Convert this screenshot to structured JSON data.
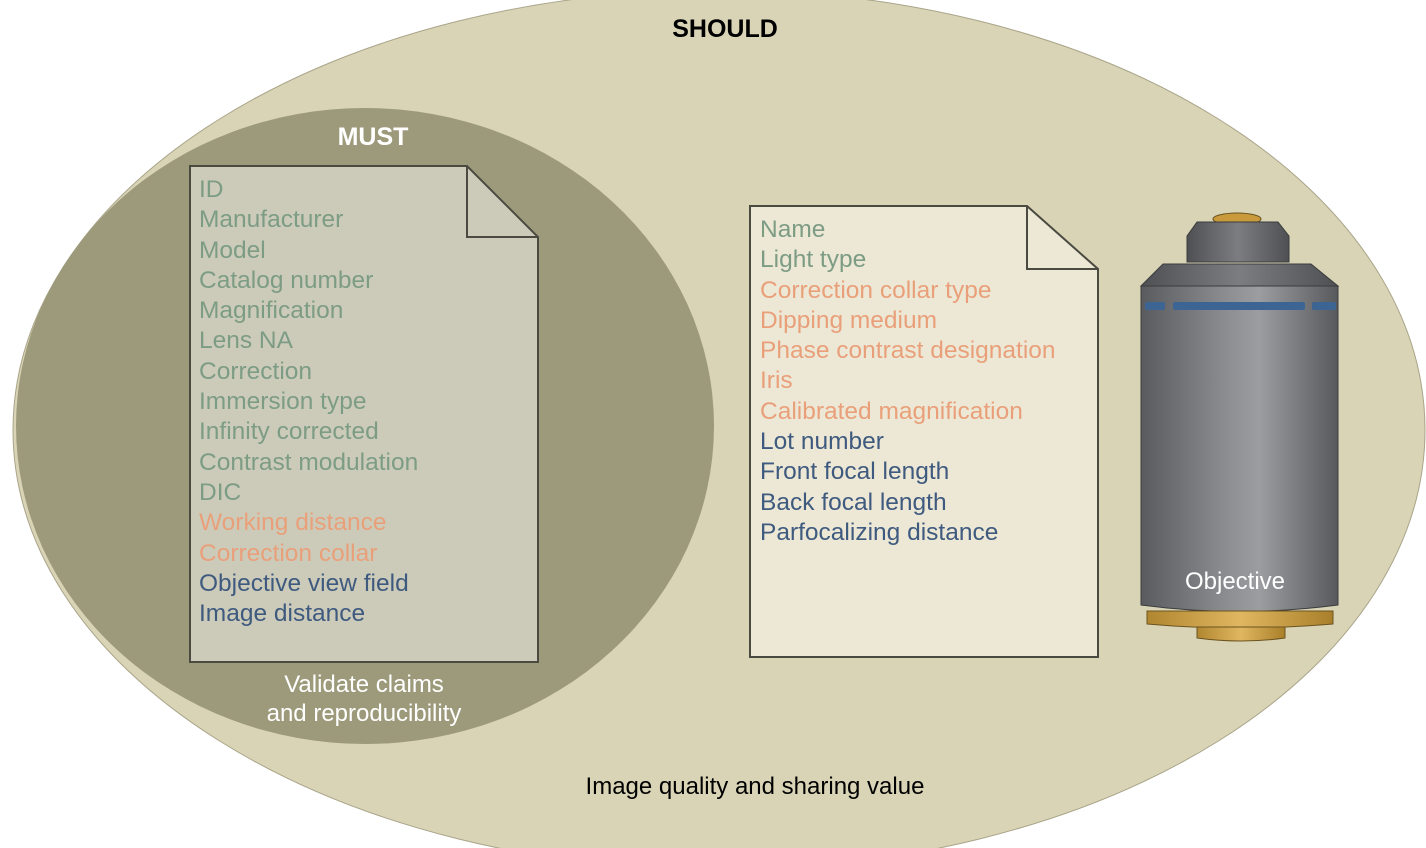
{
  "colors": {
    "should_fill": "#d9d4b6",
    "must_fill": "#9d9a7b",
    "must_doc_fill": "#cccbba",
    "should_doc_fill": "#ede8d6",
    "doc_stroke": "#4a4a40",
    "green_text": "#7d9c84",
    "orange_text": "#e9a07a",
    "blue_text": "#3f5a7f",
    "objective_body": "#77787b",
    "objective_band": "#3d6594",
    "objective_gold": "#c79a3a"
  },
  "should": {
    "title": "SHOULD",
    "caption": "Image quality and sharing value",
    "document": {
      "items": [
        {
          "text": "Name",
          "color": "green"
        },
        {
          "text": "Light type",
          "color": "green"
        },
        {
          "text": "Correction collar type",
          "color": "orange"
        },
        {
          "text": "Dipping medium",
          "color": "orange"
        },
        {
          "text": "Phase contrast designation",
          "color": "orange"
        },
        {
          "text": "Iris",
          "color": "orange"
        },
        {
          "text": "Calibrated magnification",
          "color": "orange"
        },
        {
          "text": "Lot number",
          "color": "blue"
        },
        {
          "text": "Front focal length",
          "color": "blue"
        },
        {
          "text": "Back focal length",
          "color": "blue"
        },
        {
          "text": "Parfocalizing distance",
          "color": "blue"
        }
      ]
    }
  },
  "must": {
    "title": "MUST",
    "caption_line1": "Validate claims",
    "caption_line2": "and reproducibility",
    "document": {
      "items": [
        {
          "text": "ID",
          "color": "green"
        },
        {
          "text": "Manufacturer",
          "color": "green"
        },
        {
          "text": "Model",
          "color": "green"
        },
        {
          "text": "Catalog number",
          "color": "green"
        },
        {
          "text": "Magnification",
          "color": "green"
        },
        {
          "text": "Lens NA",
          "color": "green"
        },
        {
          "text": "Correction",
          "color": "green"
        },
        {
          "text": "Immersion type",
          "color": "green"
        },
        {
          "text": "Infinity corrected",
          "color": "green"
        },
        {
          "text": "Contrast modulation",
          "color": "green"
        },
        {
          "text": "DIC",
          "color": "green"
        },
        {
          "text": "Working distance",
          "color": "orange"
        },
        {
          "text": "Correction collar",
          "color": "orange"
        },
        {
          "text": "Objective view field",
          "color": "blue"
        },
        {
          "text": "Image distance",
          "color": "blue"
        }
      ]
    }
  },
  "objective": {
    "label": "Objective",
    "icon": "microscope-objective-icon"
  }
}
